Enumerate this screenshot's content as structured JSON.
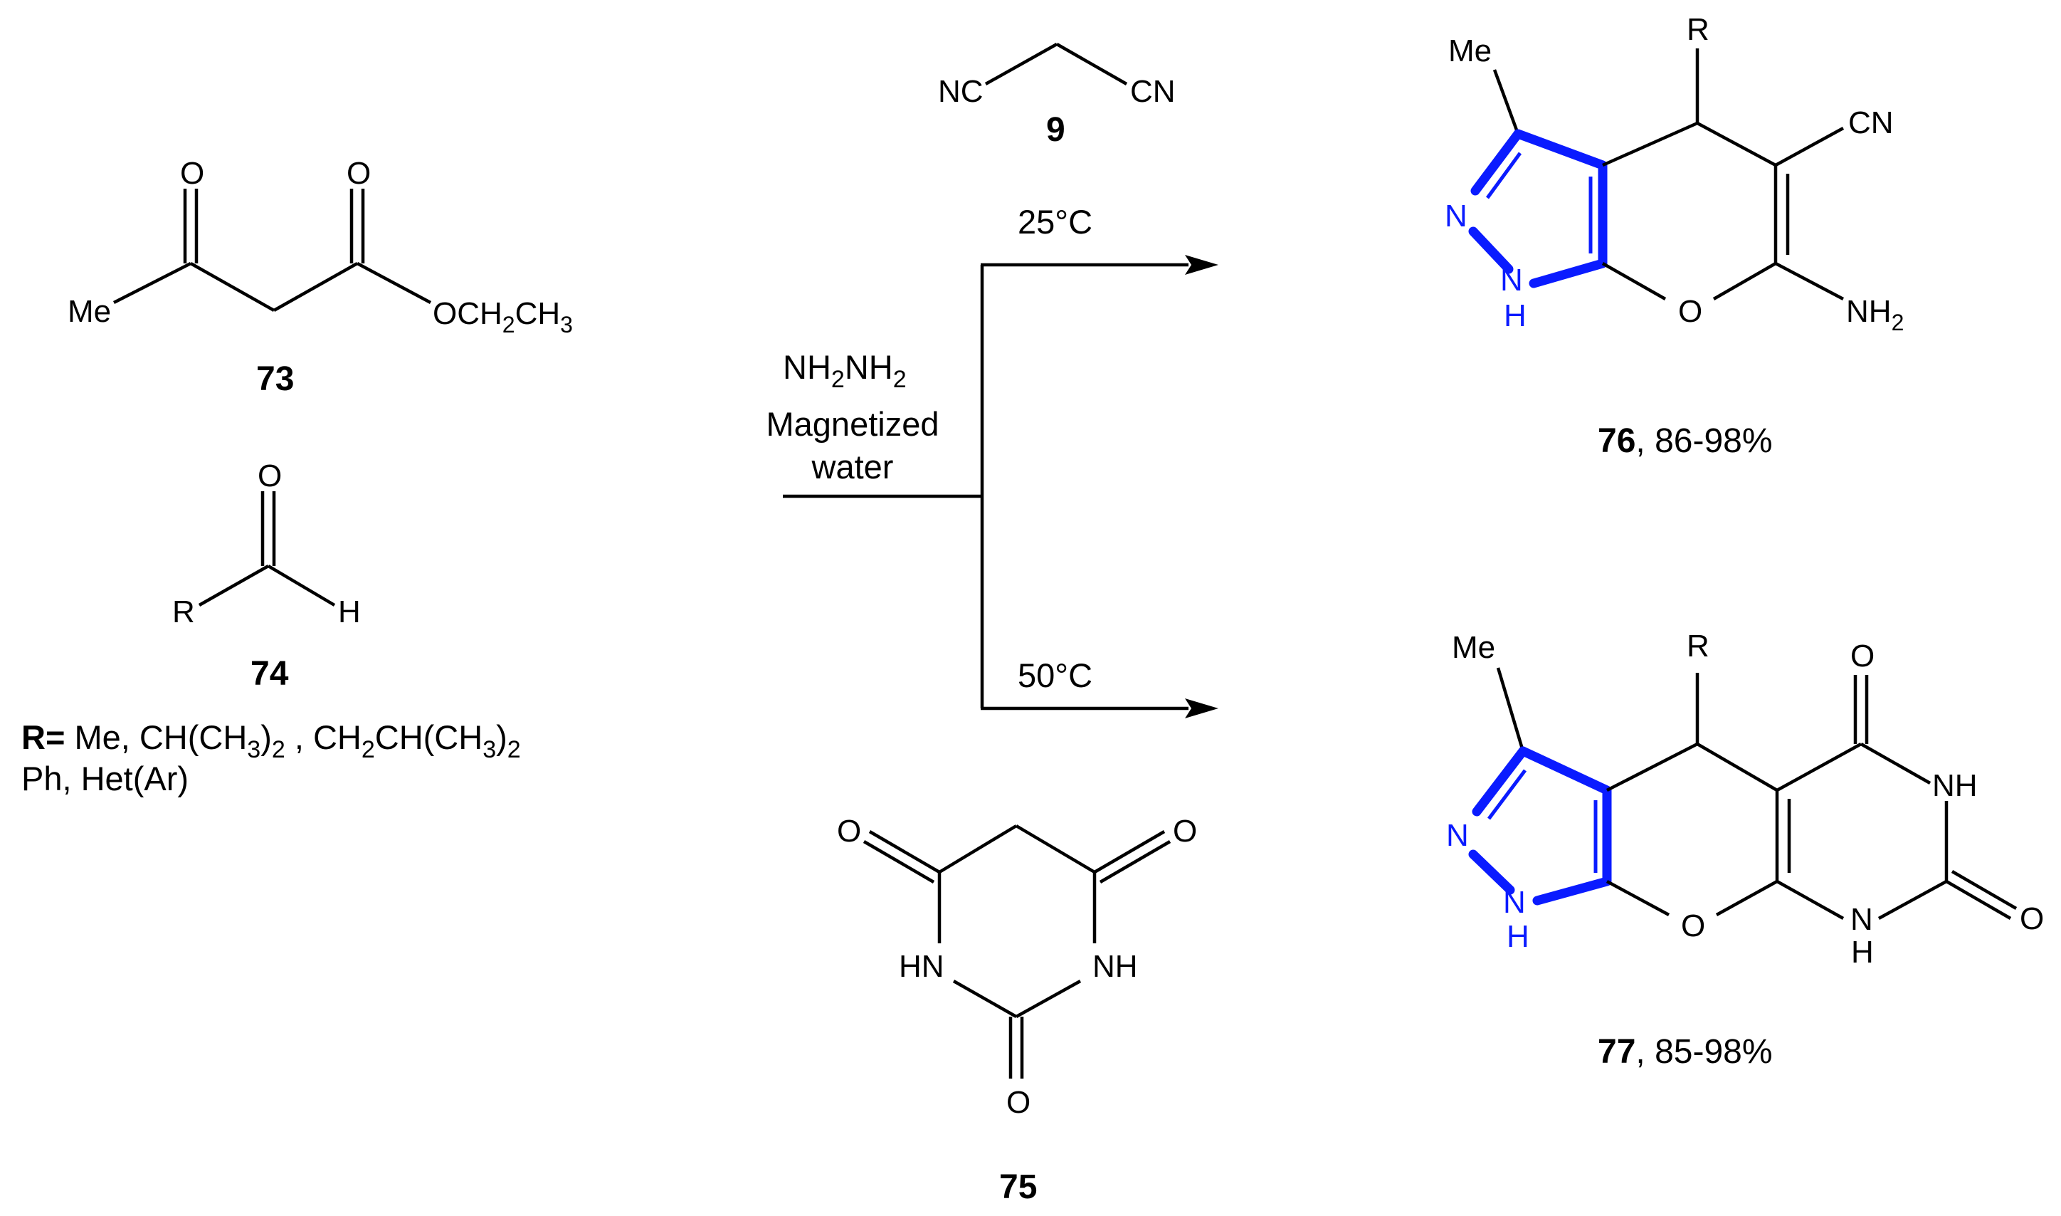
{
  "reagents": {
    "malononitrile": {
      "atom_left": "NC",
      "atom_right": "CN",
      "label": "9"
    },
    "ethyl_acetoacetate": {
      "me": "Me",
      "o1": "O",
      "o2": "O",
      "oet": "OCH",
      "oet_sub": "2",
      "oet_tail": "CH",
      "oet_sub2": "3",
      "label": "73"
    },
    "aldehyde": {
      "o": "O",
      "r": "R",
      "h": "H",
      "label": "74"
    },
    "r_definition": {
      "bold": "R=",
      "line1_a": " Me, CH(CH",
      "sub1": "3",
      "line1_b": ")",
      "sub2": "2",
      "line1_c": " , CH",
      "sub3": "2",
      "line1_d": "CH(CH",
      "sub4": "3",
      "line1_e": ")",
      "sub5": "2",
      "line2": "Ph, Het(Ar)"
    },
    "barbituric_acid": {
      "o_left": "O",
      "o_right": "O",
      "hn": "HN",
      "nh": "NH",
      "o_bottom": "O",
      "label": "75"
    }
  },
  "conditions": {
    "hydrazine_a": "NH",
    "hydrazine_sub1": "2",
    "hydrazine_b": "NH",
    "hydrazine_sub2": "2",
    "solvent_line1": "Magnetized",
    "solvent_line2": "water",
    "temp_top": "25°C",
    "temp_bottom": "50°C"
  },
  "products": {
    "p76": {
      "me": "Me",
      "r": "R",
      "cn": "CN",
      "n": "N",
      "nh_n": "N",
      "nh_h": "H",
      "o": "O",
      "nh2": "NH",
      "nh2_sub": "2",
      "label": "76",
      "yield": ", 86-98%"
    },
    "p77": {
      "me": "Me",
      "r": "R",
      "o_top": "O",
      "nh_right": "NH",
      "n": "N",
      "nh_n": "N",
      "nh_h": "H",
      "o_ring": "O",
      "nh_bottom_n": "N",
      "nh_bottom_h": "H",
      "o_right": "O",
      "label": "77",
      "yield": ", 85-98%"
    }
  },
  "colors": {
    "highlight": "#0a1bff",
    "ink": "#000000"
  }
}
